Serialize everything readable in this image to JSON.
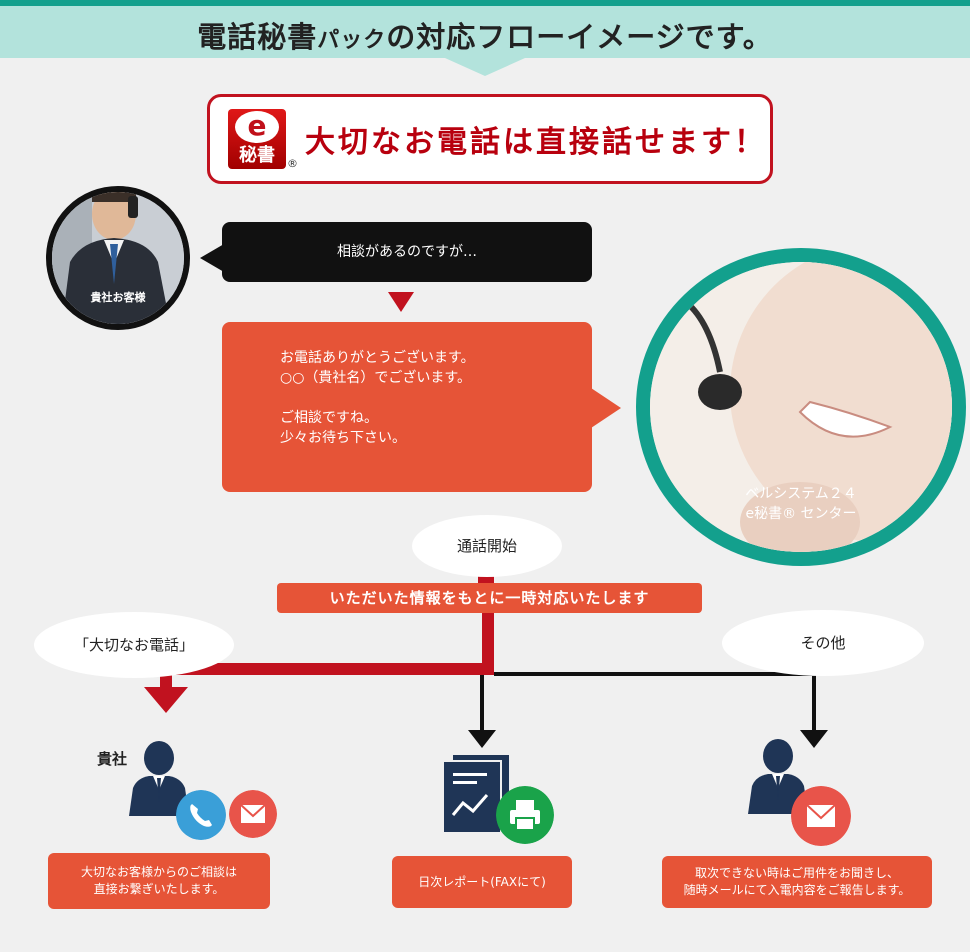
{
  "header": {
    "title_big": "電話秘書",
    "title_small": "パック",
    "title_rest": "の対応フローイメージです。"
  },
  "brand": {
    "logo_e": "e",
    "logo_kanji": "秘書",
    "logo_reg": "®",
    "headline": "大切なお電話は直接話せます！"
  },
  "client": {
    "label": "貴社お客様"
  },
  "dialog": {
    "customer": "相談があるのですが…",
    "operator_lines": [
      "お電話ありがとうございます。",
      "○○（貴社名）でございます。",
      "",
      "ご相談ですね。",
      "少々お待ち下さい。"
    ]
  },
  "operator": {
    "line1": "ベルシステム２４",
    "line2": "e秘書® センター"
  },
  "flow": {
    "start": "通話開始",
    "banner": "いただいた情報をもとに一時対応いたします",
    "important": "「大切なお電話」",
    "other": "その他"
  },
  "outcomes": {
    "kisha_label": "貴社",
    "left_caption": [
      "大切なお客様からのご相談は",
      "直接お繋ぎいたします。"
    ],
    "mid_caption": "日次レポート(FAXにて)",
    "right_caption": [
      "取次できない時はご用件をお聞きし、",
      "随時メールにて入電内容をご報告します。"
    ]
  },
  "colors": {
    "teal": "#13a08d",
    "red": "#c1121f",
    "orange": "#e65437",
    "navy": "#1f3556",
    "phone_blue": "#3a9fd8",
    "fax_green": "#1aa34a",
    "mail_red": "#e8544a"
  },
  "icons": [
    "phone-icon",
    "mail-icon",
    "printer-icon",
    "report-icon",
    "person-icon",
    "headset-icon"
  ]
}
